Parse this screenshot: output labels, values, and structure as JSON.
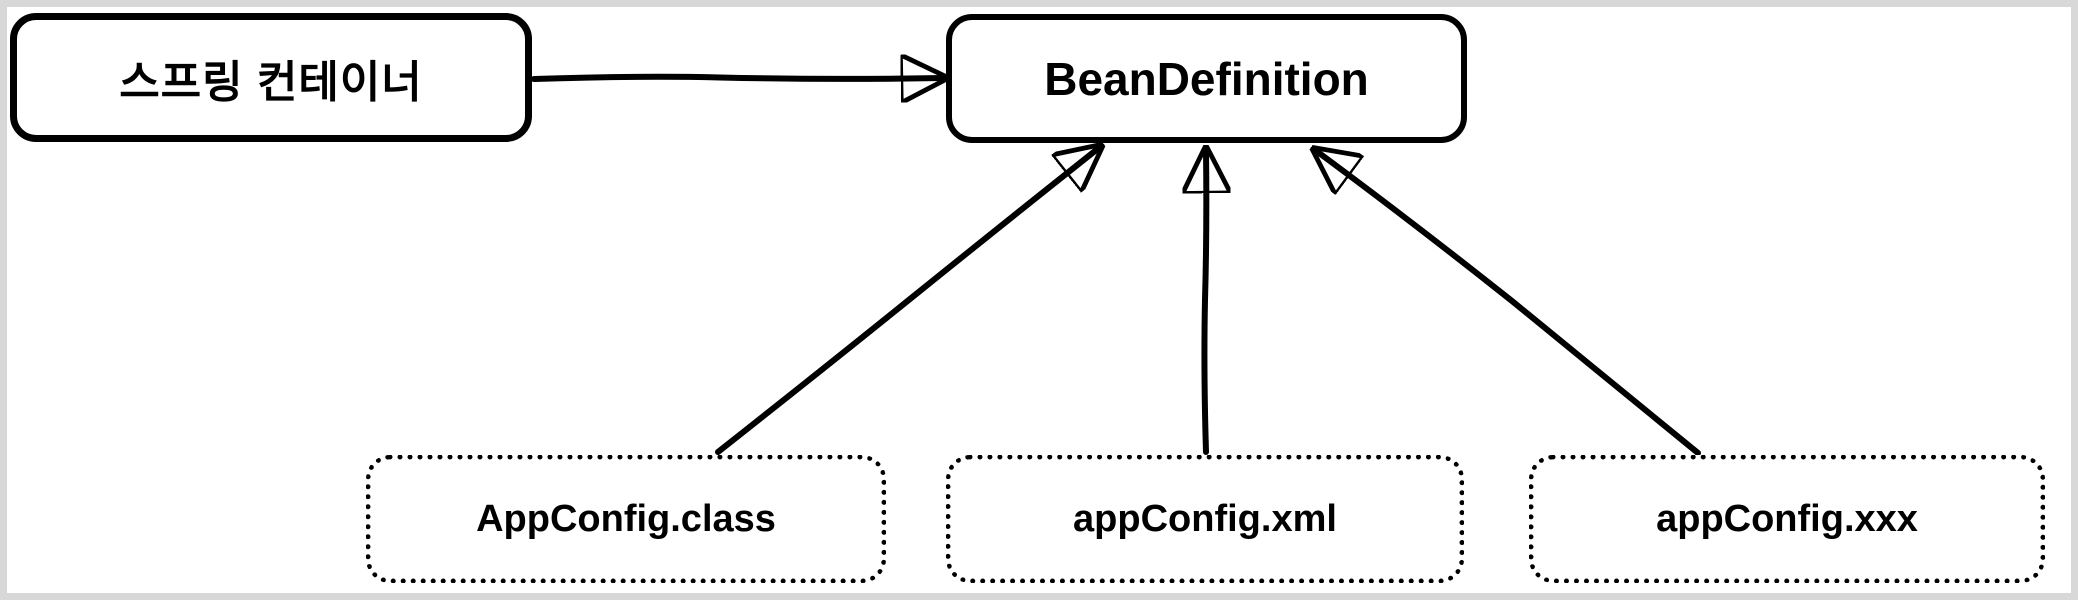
{
  "diagram": {
    "description": "Spring container reads bean metadata from multiple configuration sources into BeanDefinition",
    "nodes": {
      "spring_container": {
        "label": "스프링 컨테이너",
        "shape": "rounded-rect",
        "border_style": "solid"
      },
      "bean_definition": {
        "label": "BeanDefinition",
        "shape": "rounded-rect",
        "border_style": "solid"
      },
      "app_config_class": {
        "label": "AppConfig.class",
        "shape": "rounded-rect",
        "border_style": "dotted"
      },
      "app_config_xml": {
        "label": "appConfig.xml",
        "shape": "rounded-rect",
        "border_style": "dotted"
      },
      "app_config_xxx": {
        "label": "appConfig.xxx",
        "shape": "rounded-rect",
        "border_style": "dotted"
      }
    },
    "edges": [
      {
        "from": "spring_container",
        "to": "bean_definition",
        "arrowhead": "filled-triangle",
        "line": "sketchy-solid"
      },
      {
        "from": "app_config_class",
        "to": "bean_definition",
        "arrowhead": "filled-triangle",
        "line": "sketchy-solid"
      },
      {
        "from": "app_config_xml",
        "to": "bean_definition",
        "arrowhead": "filled-triangle",
        "line": "sketchy-solid"
      },
      {
        "from": "app_config_xxx",
        "to": "bean_definition",
        "arrowhead": "filled-triangle",
        "line": "sketchy-solid"
      }
    ],
    "colors": {
      "stroke": "#000000",
      "text": "#000000",
      "node_fill": "#ffffff",
      "background": "#ffffff",
      "frame_border": "#d8d8d8"
    }
  }
}
